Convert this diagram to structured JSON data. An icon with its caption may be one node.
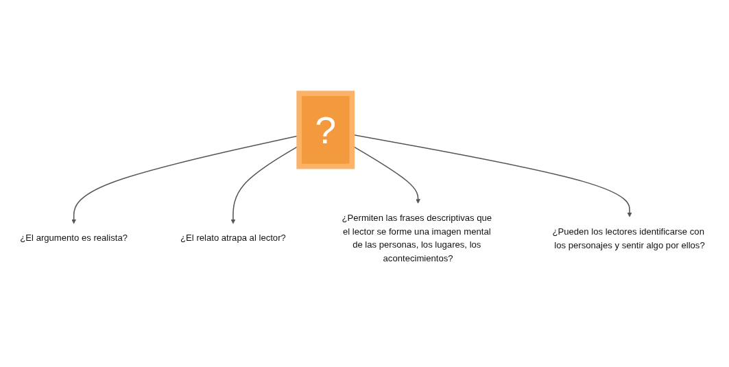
{
  "diagram": {
    "nodes": [
      {
        "text": [
          "¿El argumento es realista?"
        ]
      },
      {
        "text": [
          "¿El relato atrapa al lector?"
        ]
      },
      {
        "text": [
          "?"
        ]
      },
      {
        "text": [
          "¿Permiten las frases descriptivas que el lector se forme una imagen mental de las personas, los lugares, los acontecimientos?"
        ]
      },
      {
        "text": [
          "¿Pueden los lectores identificarse con los personajes y sentir algo por ellos?"
        ]
      }
    ],
    "edges": [
      {
        "from": 2,
        "to": 0,
        "arrow": "to"
      },
      {
        "from": 2,
        "to": 1,
        "arrow": "to"
      },
      {
        "from": 2,
        "to": 3,
        "arrow": "to"
      },
      {
        "from": 2,
        "to": 4,
        "arrow": "to"
      }
    ]
  }
}
